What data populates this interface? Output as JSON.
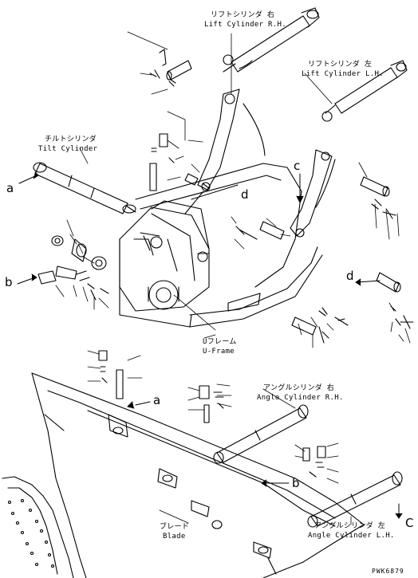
{
  "labels": {
    "lift_cylinder_rh_jp": "リフトシリンダ 右",
    "lift_cylinder_rh_en": "Lift Cylinder R.H.",
    "lift_cylinder_lh_jp": "リフトシリンダ 左",
    "lift_cylinder_lh_en": "Lift Cylinder L.H.",
    "tilt_cylinder_jp": "チルトシリンダ",
    "tilt_cylinder_en": "Tilt Cylinder",
    "u_frame_jp": "Uフレーム",
    "u_frame_en": "U-Frame",
    "angle_cylinder_rh_jp": "アングルシリンダ 右",
    "angle_cylinder_rh_en": "Angle Cylinder R.H.",
    "angle_cylinder_lh_jp": "アングルシリンダ 左",
    "angle_cylinder_lh_en": "Angle Cylinder L.H.",
    "blade_jp": "ブレード",
    "blade_en": "Blade"
  },
  "callouts": {
    "a_left": "a",
    "b_left": "b",
    "c_upper": "c",
    "d_center": "d",
    "d_right": "d",
    "a_blade": "a",
    "b_blade": "b",
    "c_lower": "C"
  },
  "drawing_code": "PWK6879"
}
